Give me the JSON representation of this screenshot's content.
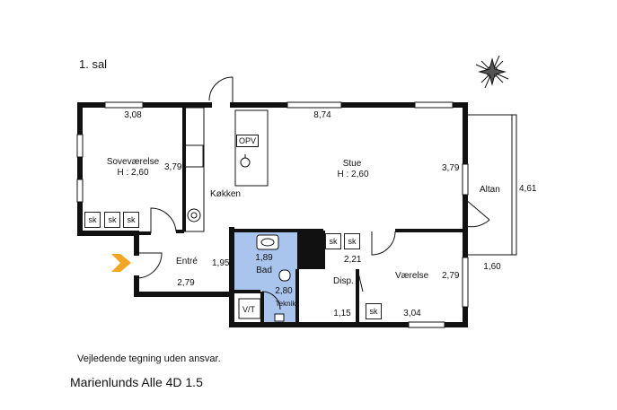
{
  "floor_label": "1. sal",
  "rooms": {
    "bedroom": {
      "name": "Soveværelse",
      "height": "H : 2,60",
      "width_dim": "3,08",
      "depth_dim": "3,79"
    },
    "living": {
      "name": "Stue",
      "height": "H : 2,60",
      "width_dim": "8,74",
      "depth_dim": "3,79"
    },
    "kitchen": {
      "name": "Køkken",
      "appliance": "OPV"
    },
    "balcony": {
      "name": "Altan",
      "depth_dim": "4,61",
      "width_dim": "1,60"
    },
    "entry": {
      "name": "Entré",
      "width_dim": "2,79",
      "depth_dim": "1,95"
    },
    "bath": {
      "name": "Bad",
      "width_dim": "1,89",
      "depth_dim": "2,80"
    },
    "room": {
      "name": "Værelse",
      "depth_dim": "2,79",
      "width_dim": "3,04"
    },
    "disp": {
      "name": "Disp.",
      "depth_dim": "2,21",
      "width_dim": "1,15"
    },
    "teknik": {
      "name": "Teknik"
    },
    "vt": {
      "name": "V/T"
    }
  },
  "storage_label": "sk",
  "disclaimer": "Vejledende tegning uden ansvar.",
  "address": "Marienlunds Alle 4D 1.5",
  "colors": {
    "wall": "#111111",
    "bath_fill": "#a9c5ee",
    "entry_arrow": "#f4a521"
  },
  "compass_icon": "compass-rose-icon"
}
